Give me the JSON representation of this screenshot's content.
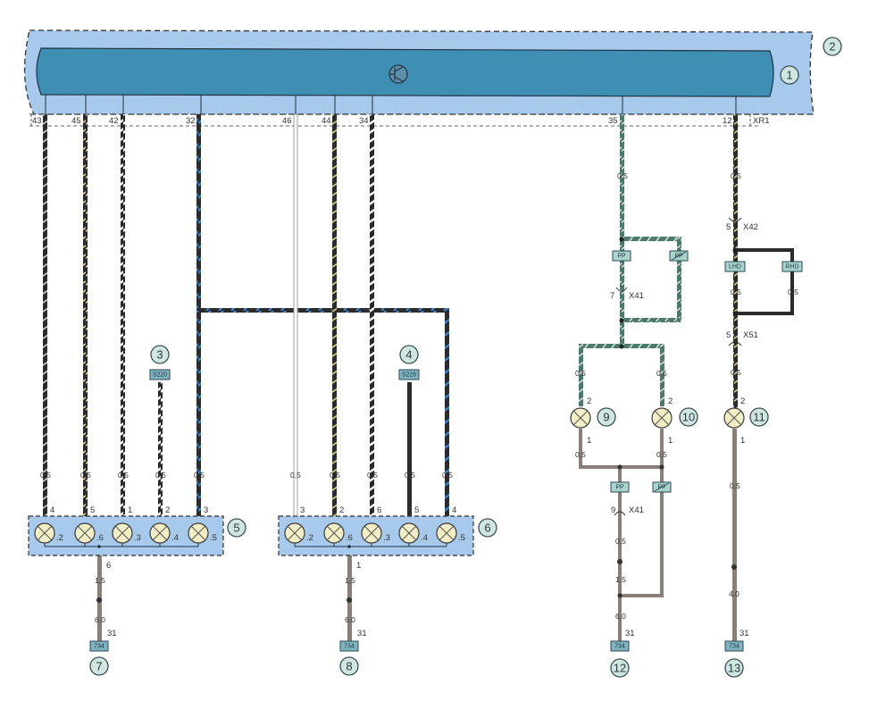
{
  "diagram": {
    "title": "Lamp wiring diagram",
    "colors": {
      "housing_outer": "#a7c9ec",
      "housing_inner": "#3f8eb4",
      "lamp_fill": "#f1edc4",
      "label_circle": "#cfe7e0",
      "ground_wire": "#8a7f78",
      "black": "#2b2b2b"
    },
    "components": {
      "c1": "1",
      "c2": "2",
      "c3": "3",
      "c4": "4",
      "c5": "5",
      "c6": "6",
      "c7": "7",
      "c8": "8",
      "c9": "9",
      "c10": "10",
      "c11": "11",
      "c12": "12",
      "c13": "13"
    },
    "housing": {
      "icon": "transistor-icon",
      "connector_label": "XR1",
      "pins": [
        "43",
        "45",
        "42",
        "32",
        "46",
        "44",
        "34",
        "35",
        "12"
      ]
    },
    "connectors": {
      "x41": "X41",
      "x42": "X42",
      "x51": "X51",
      "x41_pin_top": "7",
      "x41_pin_bottom": "9",
      "x42_pin": "5",
      "x51_pin": "5"
    },
    "tags": {
      "s220": "S220",
      "s226": "S226",
      "gnd": "734",
      "pp": "PP",
      "pp_crossed": "PP",
      "lhd": "LHD",
      "rhd": "RHD"
    },
    "wire_gauges": {
      "g05": "0,5",
      "g15": "1,5",
      "g40": "4,0",
      "g60": "6,0"
    },
    "ground_pin": "31",
    "block5": {
      "wire_pins": [
        "4",
        "5",
        "1",
        "2",
        "3"
      ],
      "lamp_pins": [
        ".2",
        ".6",
        ".3",
        ".4",
        ".5"
      ],
      "out_pin": "6"
    },
    "block6": {
      "wire_pins": [
        "3",
        "2",
        "6",
        "5",
        "4"
      ],
      "lamp_pins": [
        ".2",
        ".6",
        ".3",
        ".4",
        ".5"
      ],
      "out_pin": "1"
    },
    "lamp_pins": {
      "in": "2",
      "out": "1"
    }
  }
}
